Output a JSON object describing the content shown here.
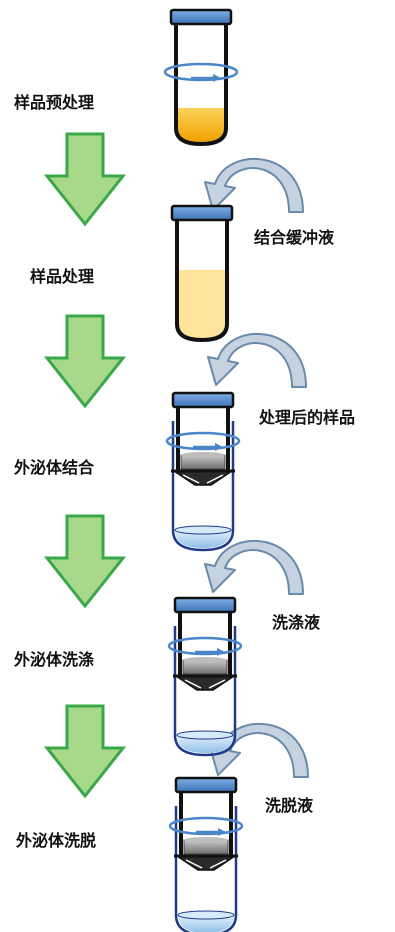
{
  "steps": [
    {
      "label": "样品预处理"
    },
    {
      "label": "样品处理"
    },
    {
      "label": "外泌体结合"
    },
    {
      "label": "外泌体洗涤"
    },
    {
      "label": "外泌体洗脱"
    }
  ],
  "additions": [
    {
      "label": "结合缓冲液"
    },
    {
      "label": "处理后的样品"
    },
    {
      "label": "洗涤液"
    },
    {
      "label": "洗脱液"
    }
  ],
  "colors": {
    "step_arrow_fill": "#a8d88a",
    "step_arrow_stroke": "#3aa84a",
    "curved_arrow_fill": "#c5d3e0",
    "curved_arrow_stroke": "#6a8aaa",
    "tube_cap": "#5b8fd0",
    "tube_outline": "#111111",
    "column_outline": "#1f3a8a",
    "rotate_ring": "#4a86c8",
    "sample_orange": "#f5b41c",
    "sample_light": "#fde49a",
    "membrane": "#8e8e8e",
    "eluate_blue": "#b6d6f2"
  },
  "icons": [
    "down-arrow-icon",
    "curved-arrow-icon",
    "rotation-ring-icon",
    "tube-icon",
    "spin-column-icon"
  ]
}
